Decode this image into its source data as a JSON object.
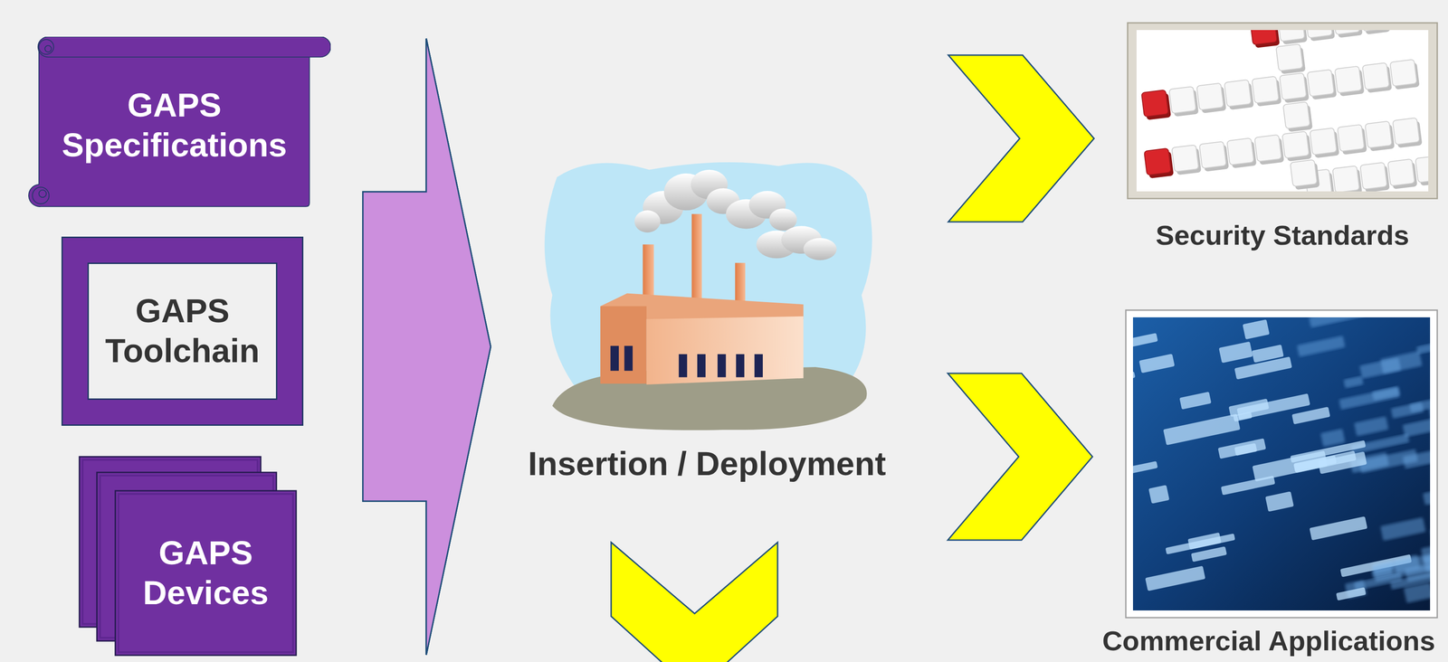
{
  "diagram": {
    "nodes": [
      {
        "text": [
          "GAPS Specifications"
        ]
      },
      {
        "text": [
          "GAPS Toolchain"
        ]
      },
      {
        "text": [
          "GAPS Devices"
        ]
      },
      {
        "text": [
          "Insertion / Deployment"
        ]
      },
      {
        "text": [
          "Security Standards"
        ]
      },
      {
        "text": [
          "Commercial Applications"
        ]
      }
    ],
    "edges": [
      {
        "from": 0,
        "to": 3,
        "arrow": "to"
      },
      {
        "from": 1,
        "to": 3,
        "arrow": "to"
      },
      {
        "from": 2,
        "to": 3,
        "arrow": "to"
      },
      {
        "from": 3,
        "to": 4,
        "arrow": "to"
      },
      {
        "from": 3,
        "to": 5,
        "arrow": "to"
      }
    ]
  }
}
